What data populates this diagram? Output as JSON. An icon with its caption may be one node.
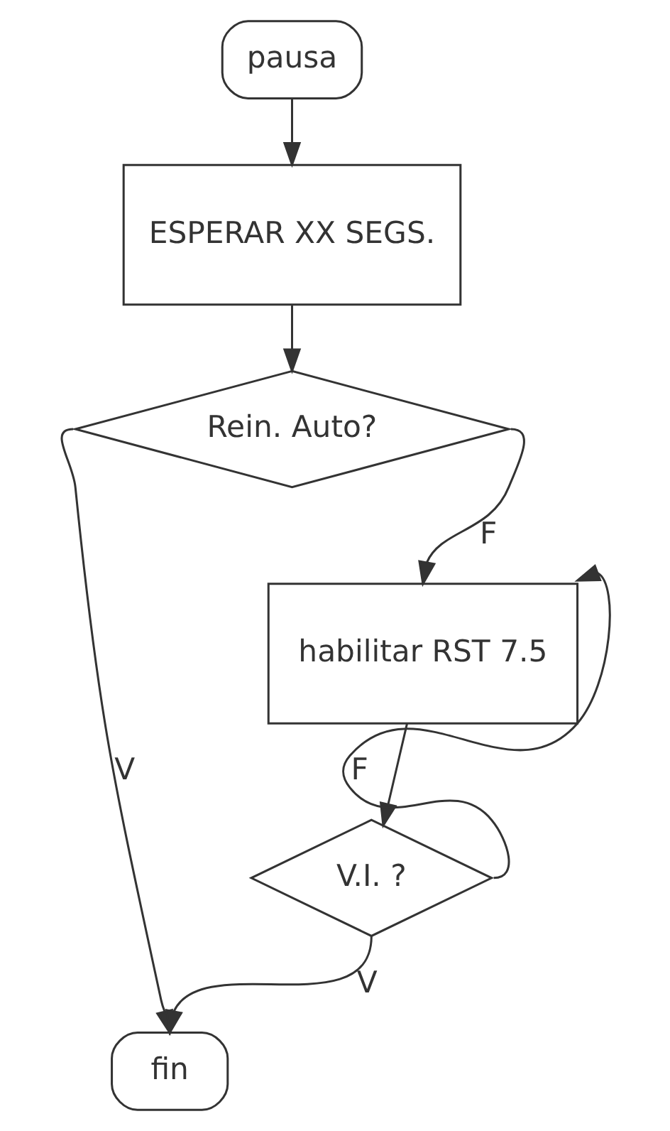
{
  "diagram": {
    "nodes": [
      {
        "text": [
          "pausa"
        ]
      },
      {
        "text": [
          "ESPERAR XX SEGS."
        ]
      },
      {
        "text": [
          "Rein. Auto?"
        ]
      },
      {
        "text": [
          "habilitar RST 7.5"
        ]
      },
      {
        "text": [
          "V.I. ?"
        ]
      },
      {
        "text": [
          "fin"
        ]
      }
    ],
    "edges": [
      {
        "from": 0,
        "to": 1,
        "arrow": "to"
      },
      {
        "from": 1,
        "to": 2,
        "arrow": "to"
      },
      {
        "from": 2,
        "to": 5,
        "label": "V",
        "arrow": "to"
      },
      {
        "from": 2,
        "to": 3,
        "label": "F",
        "arrow": "to"
      },
      {
        "from": 3,
        "to": 4,
        "arrow": "to"
      },
      {
        "from": 4,
        "to": 3,
        "label": "F",
        "arrow": "to"
      },
      {
        "from": 4,
        "to": 5,
        "label": "V",
        "arrow": "to"
      }
    ]
  }
}
